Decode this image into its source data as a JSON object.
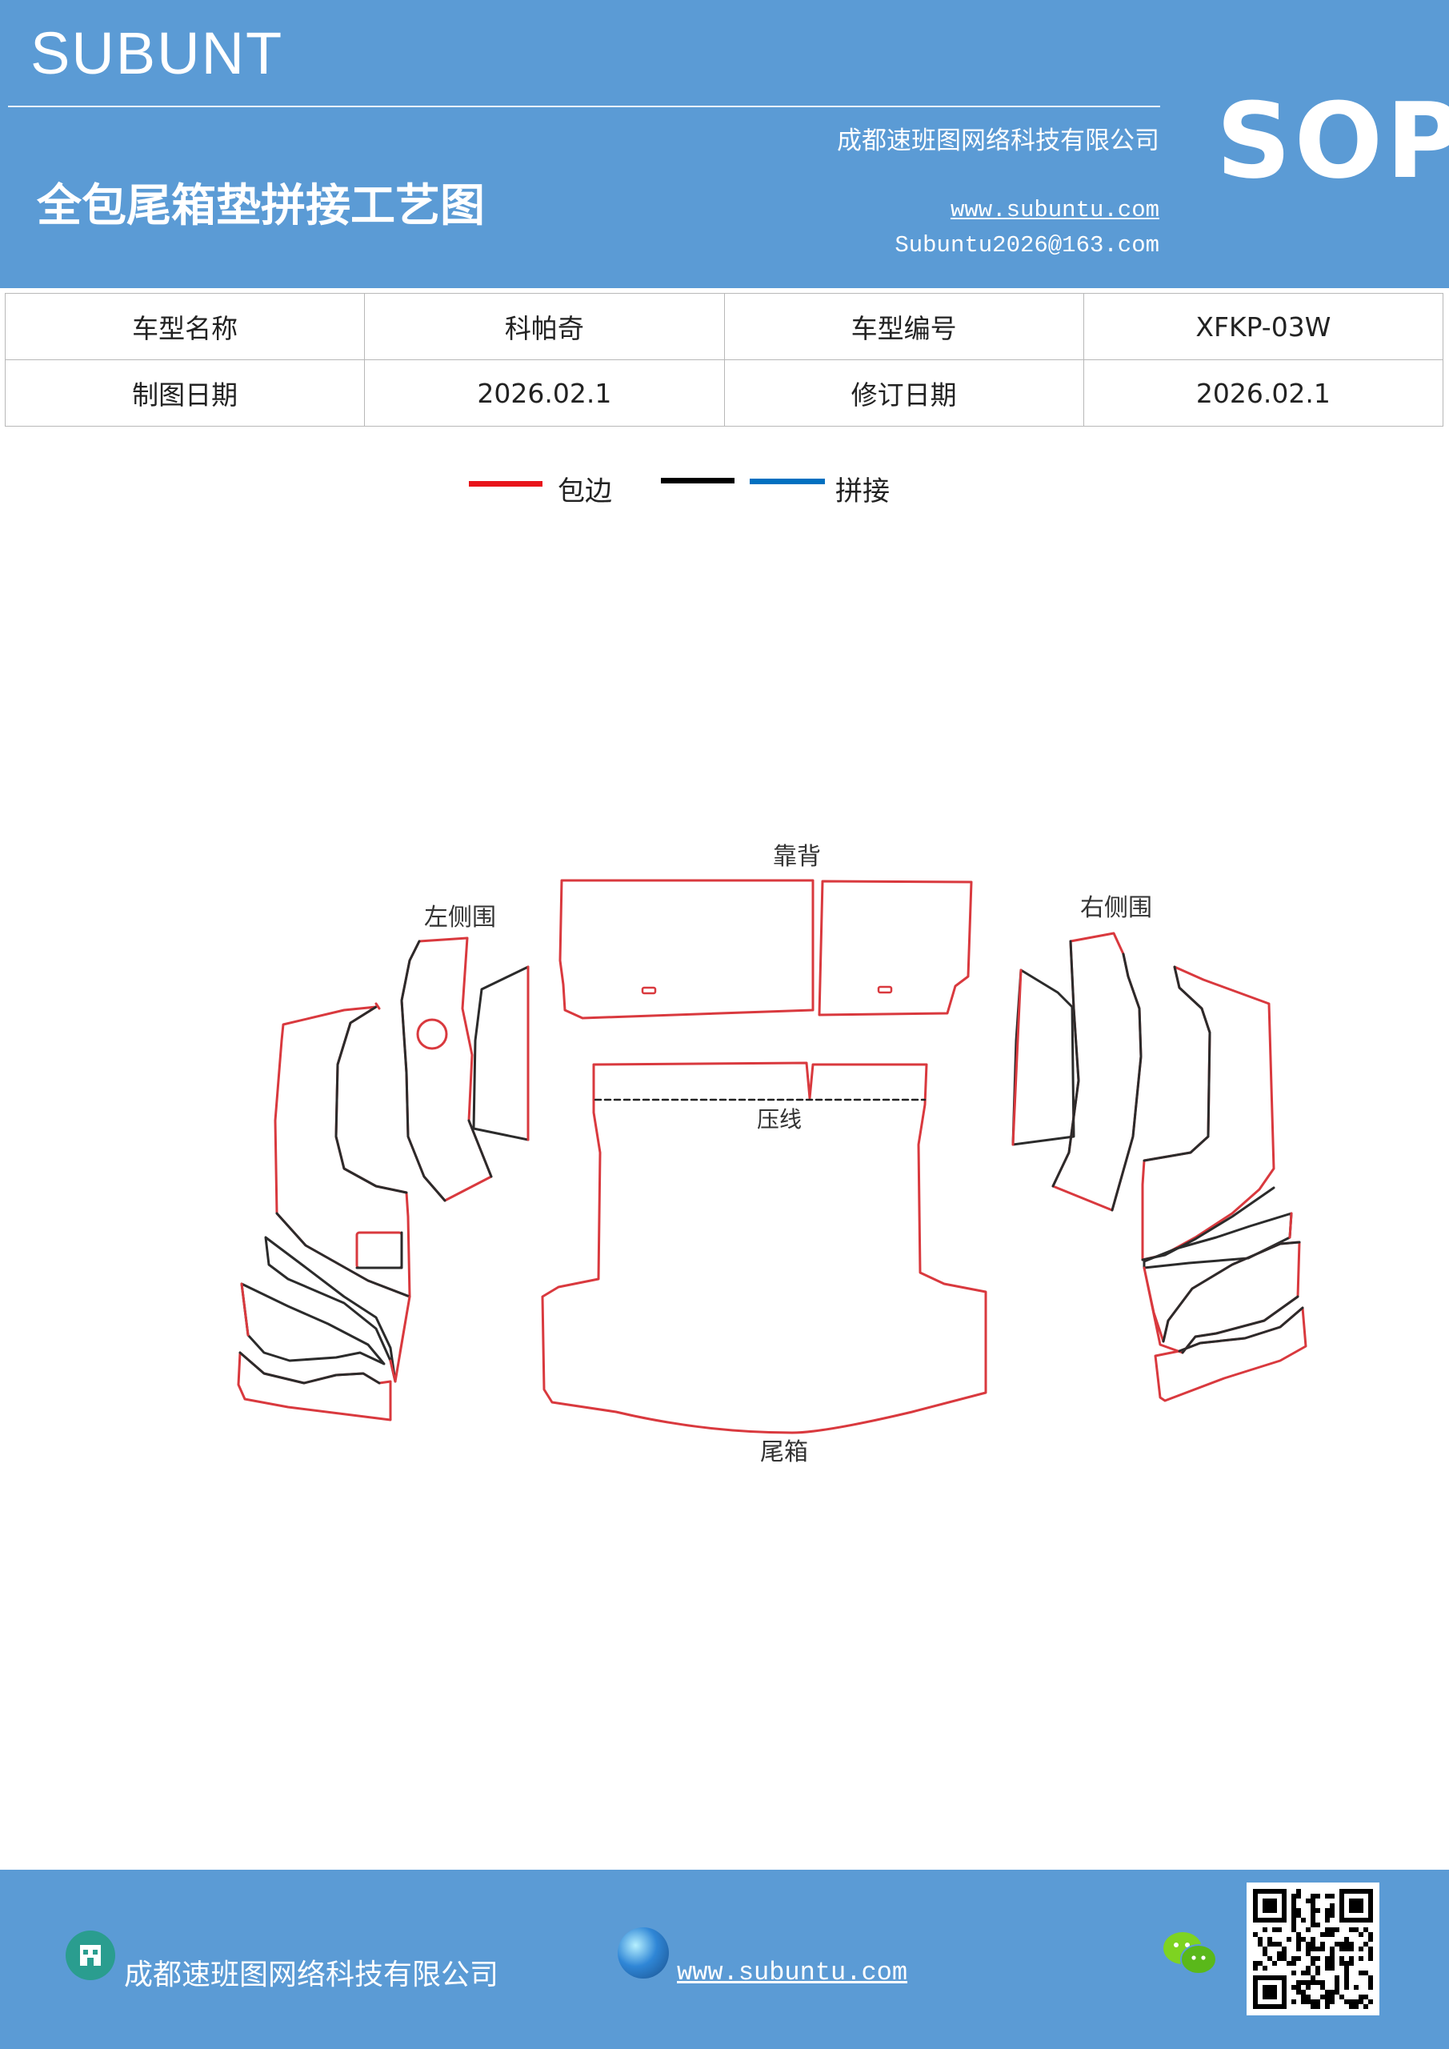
{
  "header": {
    "brand": "SUBUNT",
    "badge": "SOP",
    "company": "成都速班图网络科技有限公司",
    "title": "全包尾箱垫拼接工艺图",
    "url": "www.subuntu.com",
    "email": "Subuntu2026@163.com"
  },
  "info_table": {
    "rows": [
      [
        "车型名称",
        "科帕奇",
        "车型编号",
        "XFKP-03W"
      ],
      [
        "制图日期",
        "2026.02.1",
        "修订日期",
        "2026.02.1"
      ]
    ]
  },
  "legend": {
    "items": [
      {
        "label": "包边",
        "color": "#e8141b"
      },
      {
        "label": "",
        "color": "#000000"
      },
      {
        "label": "拼接",
        "color": "#0070c0"
      }
    ]
  },
  "diagram": {
    "labels": {
      "backrest": "靠背",
      "left_side": "左侧围",
      "right_side": "右侧围",
      "press_line": "压线",
      "trunk": "尾箱"
    },
    "colors": {
      "edge": "#d9393e",
      "seam": "#2b2b2b"
    }
  },
  "footer": {
    "company": "成都速班图网络科技有限公司",
    "url": "www.subuntu.com",
    "icons": [
      "building-icon",
      "globe-icon",
      "wechat-icon",
      "qr-code"
    ]
  }
}
